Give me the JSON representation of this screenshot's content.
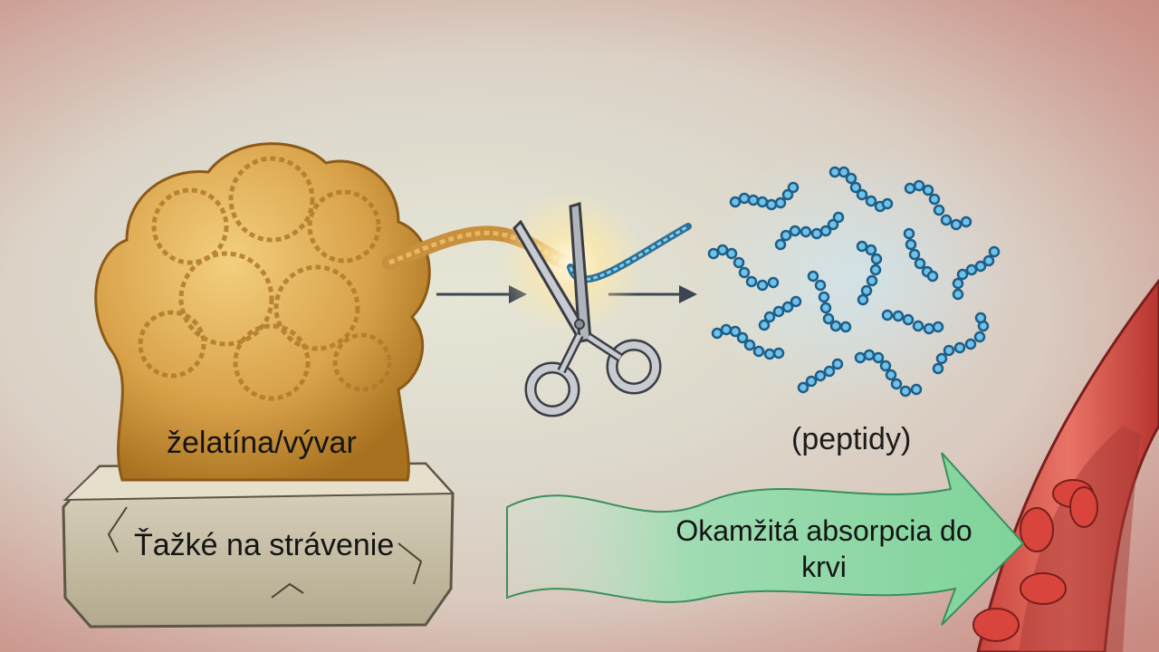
{
  "diagram": {
    "left_block": {
      "gelatin_label": "želatína/vývar",
      "stone_label": "Ťažké na strávenie"
    },
    "middle": {
      "cutter": "scissors-icon"
    },
    "right_cluster": {
      "peptides_label": "(peptidy)"
    },
    "arrow": {
      "label": "Okamžitá absorpcia do krvi"
    },
    "colors": {
      "gelatin": "#d9a24a",
      "stone": "#c8bfa6",
      "peptide": "#3a9fd6",
      "arrow": "#8fd6a3",
      "vessel": "#d9534a",
      "blood_cell": "#c83b34"
    }
  }
}
